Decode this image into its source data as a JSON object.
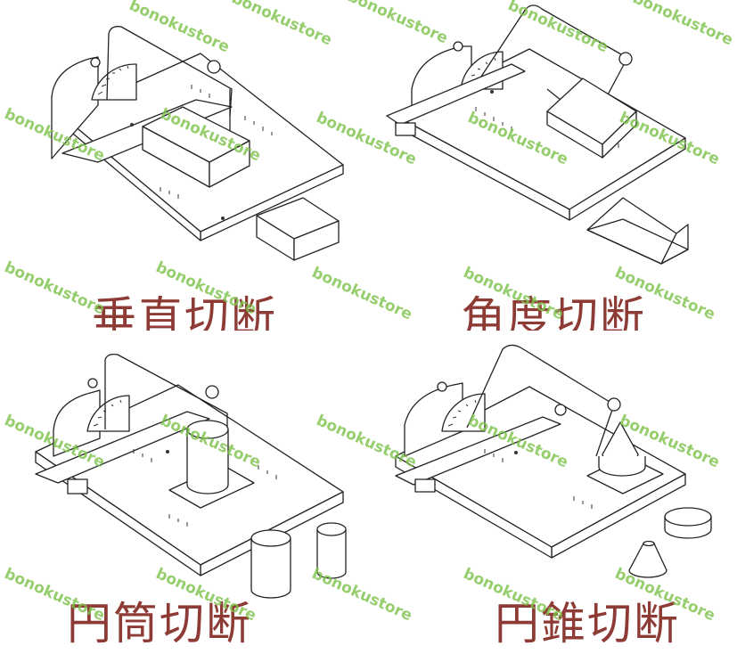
{
  "captions": {
    "vertical": "垂直切断",
    "angle": "角度切断",
    "cylinder": "円筒切断",
    "cone": "円錐切断"
  },
  "watermark": {
    "text": "bonokustore",
    "color": "#7cc24a"
  },
  "colors": {
    "caption": "#8e3b36",
    "line": "#222222"
  }
}
